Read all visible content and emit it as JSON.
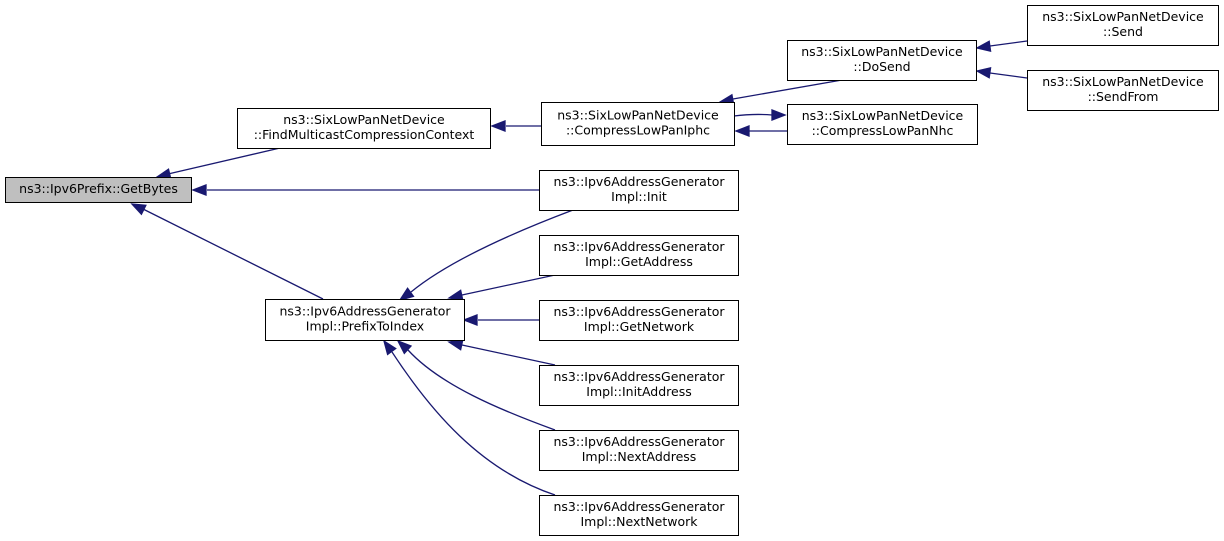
{
  "colors": {
    "edge": "#191970",
    "node_fill": "#ffffff",
    "focus_fill": "#bfbfbf",
    "border": "#000000"
  },
  "nodes": {
    "getbytes": {
      "lines": [
        "ns3::Ipv6Prefix::GetBytes"
      ],
      "focus": true
    },
    "findmulticast": {
      "lines": [
        "ns3::SixLowPanNetDevice",
        "::FindMulticastCompressionContext"
      ]
    },
    "compressiphc": {
      "lines": [
        "ns3::SixLowPanNetDevice",
        "::CompressLowPanIphc"
      ]
    },
    "dosend": {
      "lines": [
        "ns3::SixLowPanNetDevice",
        "::DoSend"
      ]
    },
    "compressnhc": {
      "lines": [
        "ns3::SixLowPanNetDevice",
        "::CompressLowPanNhc"
      ]
    },
    "send": {
      "lines": [
        "ns3::SixLowPanNetDevice",
        "::Send"
      ]
    },
    "sendfrom": {
      "lines": [
        "ns3::SixLowPanNetDevice",
        "::SendFrom"
      ]
    },
    "init": {
      "lines": [
        "ns3::Ipv6AddressGenerator",
        "Impl::Init"
      ]
    },
    "prefixtoindex": {
      "lines": [
        "ns3::Ipv6AddressGenerator",
        "Impl::PrefixToIndex"
      ]
    },
    "getaddress": {
      "lines": [
        "ns3::Ipv6AddressGenerator",
        "Impl::GetAddress"
      ]
    },
    "getnetwork": {
      "lines": [
        "ns3::Ipv6AddressGenerator",
        "Impl::GetNetwork"
      ]
    },
    "initaddress": {
      "lines": [
        "ns3::Ipv6AddressGenerator",
        "Impl::InitAddress"
      ]
    },
    "nextaddress": {
      "lines": [
        "ns3::Ipv6AddressGenerator",
        "Impl::NextAddress"
      ]
    },
    "nextnetwork": {
      "lines": [
        "ns3::Ipv6AddressGenerator",
        "Impl::NextNetwork"
      ]
    }
  },
  "edges": [
    {
      "from": "findmulticast",
      "to": "getbytes"
    },
    {
      "from": "init",
      "to": "getbytes"
    },
    {
      "from": "prefixtoindex",
      "to": "getbytes"
    },
    {
      "from": "compressiphc",
      "to": "findmulticast"
    },
    {
      "from": "dosend",
      "to": "compressiphc"
    },
    {
      "from": "compressnhc",
      "to": "compressiphc"
    },
    {
      "from": "compressiphc",
      "to": "compressnhc"
    },
    {
      "from": "send",
      "to": "dosend"
    },
    {
      "from": "sendfrom",
      "to": "dosend"
    },
    {
      "from": "init",
      "to": "prefixtoindex"
    },
    {
      "from": "getaddress",
      "to": "prefixtoindex"
    },
    {
      "from": "getnetwork",
      "to": "prefixtoindex"
    },
    {
      "from": "initaddress",
      "to": "prefixtoindex"
    },
    {
      "from": "nextaddress",
      "to": "prefixtoindex"
    },
    {
      "from": "nextnetwork",
      "to": "prefixtoindex"
    }
  ]
}
